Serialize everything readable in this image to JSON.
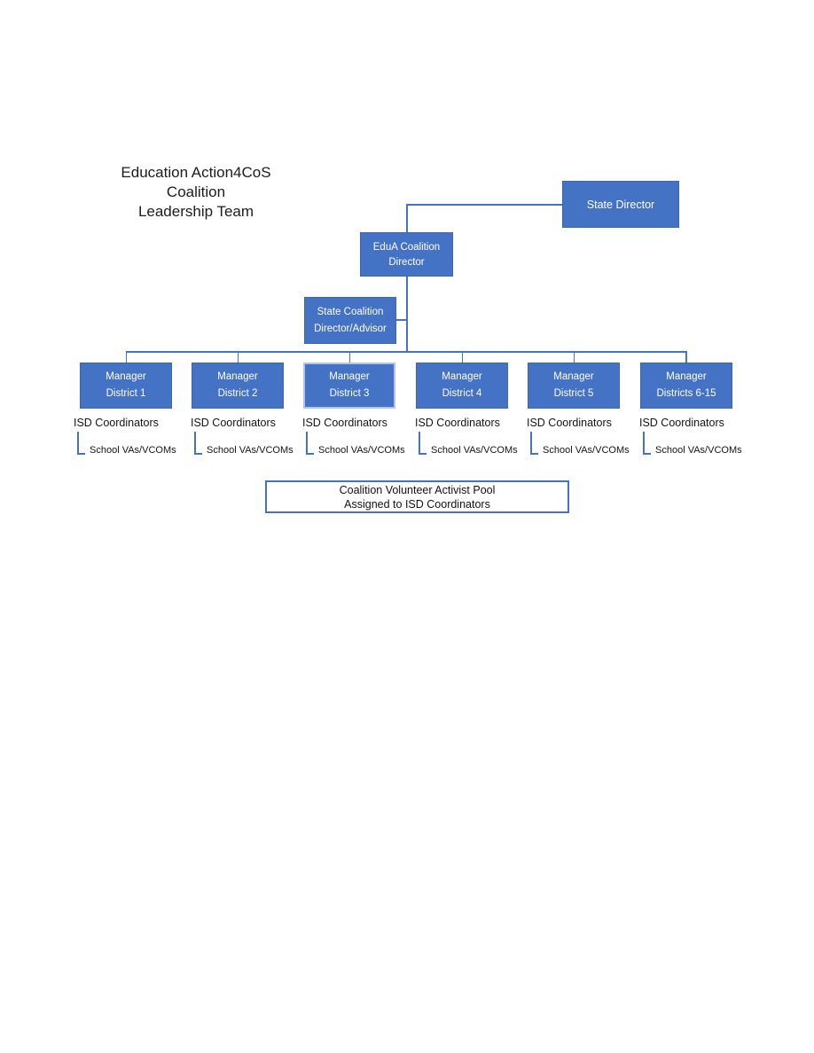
{
  "title": {
    "line1": "Education Action4CoS",
    "line2": "Coalition",
    "line3": "Leadership Team"
  },
  "nodes": {
    "state_director": {
      "label": "State Director"
    },
    "edua_coalition_director": {
      "line1": "EduA Coalition",
      "line2": "Director"
    },
    "state_coalition_advisor": {
      "line1": "State Coalition",
      "line2": "Director/Advisor"
    }
  },
  "manager_columns": [
    {
      "role": "Manager",
      "district": "District 1",
      "coordinators_label": "ISD Coordinators",
      "school_label": "School VAs/VCOMs"
    },
    {
      "role": "Manager",
      "district": "District 2",
      "coordinators_label": "ISD Coordinators",
      "school_label": "School VAs/VCOMs"
    },
    {
      "role": "Manager",
      "district": "District 3",
      "coordinators_label": "ISD Coordinators",
      "school_label": "School VAs/VCOMs"
    },
    {
      "role": "Manager",
      "district": "District 4",
      "coordinators_label": "ISD Coordinators",
      "school_label": "School VAs/VCOMs"
    },
    {
      "role": "Manager",
      "district": "District 5",
      "coordinators_label": "ISD Coordinators",
      "school_label": "School VAs/VCOMs"
    },
    {
      "role": "Manager",
      "district": "Districts 6-15",
      "coordinators_label": "ISD Coordinators",
      "school_label": "School VAs/VCOMs"
    }
  ],
  "pool_box": {
    "line1": "Coalition Volunteer Activist Pool",
    "line2": "Assigned to ISD Coordinators"
  },
  "colors": {
    "node_fill": "#4472C4",
    "node_border": "#3e66ae",
    "node_text": "#ffffff",
    "connector": "#4472C4",
    "selected_border": "#aec4ea",
    "pool_border": "#4472C4"
  }
}
